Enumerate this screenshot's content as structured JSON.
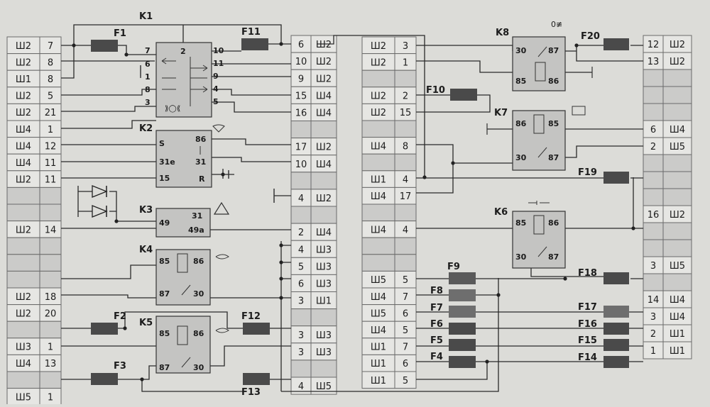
{
  "connectors": [
    {
      "id": "left",
      "rows": [
        [
          "Ш2",
          "7"
        ],
        [
          "Ш2",
          "8"
        ],
        [
          "Ш1",
          "8"
        ],
        [
          "Ш2",
          "5"
        ],
        [
          "Ш2",
          "21"
        ],
        [
          "Ш4",
          "1"
        ],
        [
          "Ш4",
          "12"
        ],
        [
          "Ш4",
          "11"
        ],
        [
          "Ш2",
          "11"
        ],
        [
          "",
          ""
        ],
        [
          "",
          ""
        ],
        [
          "Ш2",
          "14"
        ],
        [
          "",
          ""
        ],
        [
          "",
          ""
        ],
        [
          "",
          ""
        ],
        [
          "Ш2",
          "18"
        ],
        [
          "Ш2",
          "20"
        ],
        [
          "",
          ""
        ],
        [
          "Ш3",
          "1"
        ],
        [
          "Ш4",
          "13"
        ],
        [
          "",
          ""
        ],
        [
          "Ш5",
          "1"
        ]
      ]
    },
    {
      "id": "mid",
      "rows": [
        [
          "6",
          "Ш2"
        ],
        [
          "10",
          "Ш2"
        ],
        [
          "9",
          "Ш2"
        ],
        [
          "15",
          "Ш4"
        ],
        [
          "16",
          "Ш4"
        ],
        [
          "",
          ""
        ],
        [
          "17",
          "Ш2"
        ],
        [
          "10",
          "Ш4"
        ],
        [
          "",
          ""
        ],
        [
          "4",
          "Ш2"
        ],
        [
          "",
          ""
        ],
        [
          "2",
          "Ш4"
        ],
        [
          "4",
          "Ш3"
        ],
        [
          "5",
          "Ш3"
        ],
        [
          "6",
          "Ш3"
        ],
        [
          "3",
          "Ш1"
        ],
        [
          "",
          ""
        ],
        [
          "3",
          "Ш3"
        ],
        [
          "3",
          "Ш3"
        ],
        [
          "",
          ""
        ],
        [
          "4",
          "Ш5"
        ]
      ]
    },
    {
      "id": "right-mid",
      "rows": [
        [
          "Ш2",
          "3"
        ],
        [
          "Ш2",
          "1"
        ],
        [
          "",
          ""
        ],
        [
          "Ш2",
          "2"
        ],
        [
          "Ш2",
          "15"
        ],
        [
          "",
          ""
        ],
        [
          "Ш4",
          "8"
        ],
        [
          "",
          ""
        ],
        [
          "Ш1",
          "4"
        ],
        [
          "Ш4",
          "17"
        ],
        [
          "",
          ""
        ],
        [
          "Ш4",
          "4"
        ],
        [
          "",
          ""
        ],
        [
          "",
          ""
        ],
        [
          "Ш5",
          "5"
        ],
        [
          "Ш4",
          "7"
        ],
        [
          "Ш5",
          "6"
        ],
        [
          "Ш4",
          "5"
        ],
        [
          "Ш1",
          "7"
        ],
        [
          "Ш1",
          "6"
        ],
        [
          "Ш1",
          "5"
        ]
      ]
    },
    {
      "id": "far-right",
      "rows": [
        [
          "12",
          "Ш2"
        ],
        [
          "13",
          "Ш2"
        ],
        [
          "",
          ""
        ],
        [
          "",
          ""
        ],
        [
          "",
          ""
        ],
        [
          "6",
          "Ш4"
        ],
        [
          "2",
          "Ш5"
        ],
        [
          "",
          ""
        ],
        [
          "",
          ""
        ],
        [
          "",
          ""
        ],
        [
          "16",
          "Ш2"
        ],
        [
          "",
          ""
        ],
        [
          "",
          ""
        ],
        [
          "3",
          "Ш5"
        ],
        [
          "",
          ""
        ],
        [
          "14",
          "Ш4"
        ],
        [
          "3",
          "Ш4"
        ],
        [
          "2",
          "Ш1"
        ],
        [
          "1",
          "Ш1"
        ]
      ]
    }
  ],
  "relays": [
    {
      "label": "K1",
      "pins": [
        "7",
        "6",
        "1",
        "8",
        "3",
        "2",
        "10",
        "11",
        "9",
        "4",
        "5"
      ]
    },
    {
      "label": "K2",
      "pins": [
        "S",
        "86",
        "31e",
        "31",
        "15",
        "R"
      ]
    },
    {
      "label": "K3",
      "pins": [
        "49",
        "31",
        "49a"
      ]
    },
    {
      "label": "K4",
      "pins": [
        "85",
        "86",
        "87",
        "30"
      ]
    },
    {
      "label": "K5",
      "pins": [
        "85",
        "86",
        "87",
        "30"
      ]
    },
    {
      "label": "K6",
      "pins": [
        "85",
        "86",
        "30",
        "87"
      ]
    },
    {
      "label": "K7",
      "pins": [
        "86",
        "85",
        "30",
        "87"
      ]
    },
    {
      "label": "K8",
      "pins": [
        "30",
        "87",
        "85",
        "86"
      ]
    }
  ],
  "fuses": [
    "F1",
    "F2",
    "F3",
    "F4",
    "F5",
    "F6",
    "F7",
    "F8",
    "F9",
    "F10",
    "F11",
    "F12",
    "F13",
    "F14",
    "F15",
    "F16",
    "F17",
    "F18",
    "F19",
    "F20"
  ]
}
